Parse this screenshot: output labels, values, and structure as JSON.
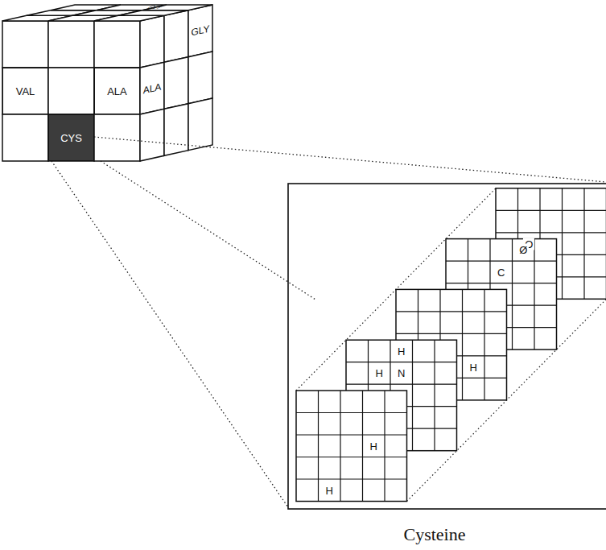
{
  "diagram": {
    "caption": "Cysteine",
    "nodes": [
      {
        "text": [
          "VAL"
        ]
      },
      {
        "text": [
          "ALA"
        ]
      },
      {
        "text": [
          "CYS"
        ]
      }
    ],
    "labels": [
      "GLY",
      "GLY",
      "ALA",
      "O",
      "Ø",
      "C",
      "H",
      "H",
      "H",
      "N",
      "H",
      "H"
    ]
  }
}
